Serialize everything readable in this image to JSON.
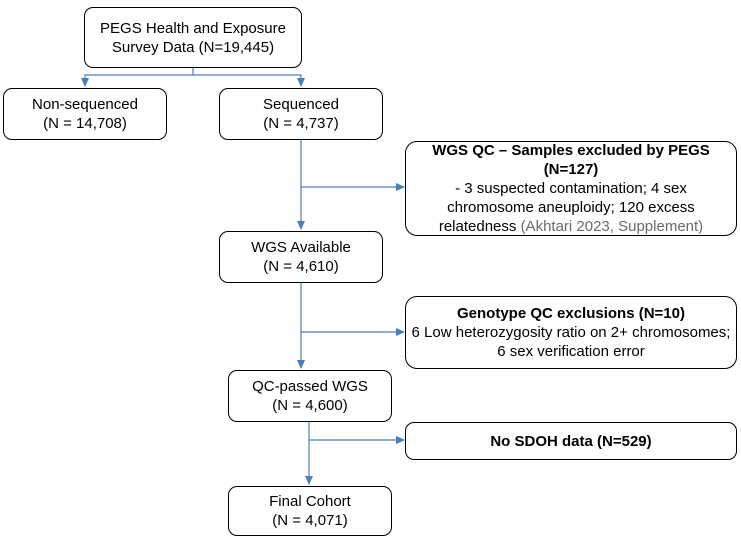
{
  "nodes": {
    "survey": {
      "line1": "PEGS Health and Exposure",
      "line2": "Survey Data (N=19,445)"
    },
    "nonseq": {
      "line1": "Non-sequenced",
      "line2": "(N = 14,708)"
    },
    "seq": {
      "line1": "Sequenced",
      "line2": "(N = 4,737)"
    },
    "wgsqc": {
      "title": "WGS QC – Samples excluded by PEGS (N=127)",
      "line1": "- 3 suspected contamination; 4 sex",
      "line2": "chromosome aneuploidy; 120 excess",
      "line3": "relatedness",
      "cite": "(Akhtari 2023, Supplement)"
    },
    "wgsavail": {
      "line1": "WGS Available",
      "line2": "(N = 4,610)"
    },
    "genoqc": {
      "title": "Genotype QC  exclusions (N=10)",
      "line1": "6 Low heterozygosity ratio on 2+ chromosomes;",
      "line2": "6 sex verification error"
    },
    "qcpassed": {
      "line1": "QC-passed WGS",
      "line2": "(N = 4,600)"
    },
    "nosdoh": {
      "title": "No SDOH data (N=529)"
    },
    "final": {
      "line1": "Final Cohort",
      "line2": "(N = 4,071)"
    }
  },
  "colors": {
    "connector": "#4a7ebb",
    "border": "#000000",
    "citation": "#6b6b6b"
  }
}
